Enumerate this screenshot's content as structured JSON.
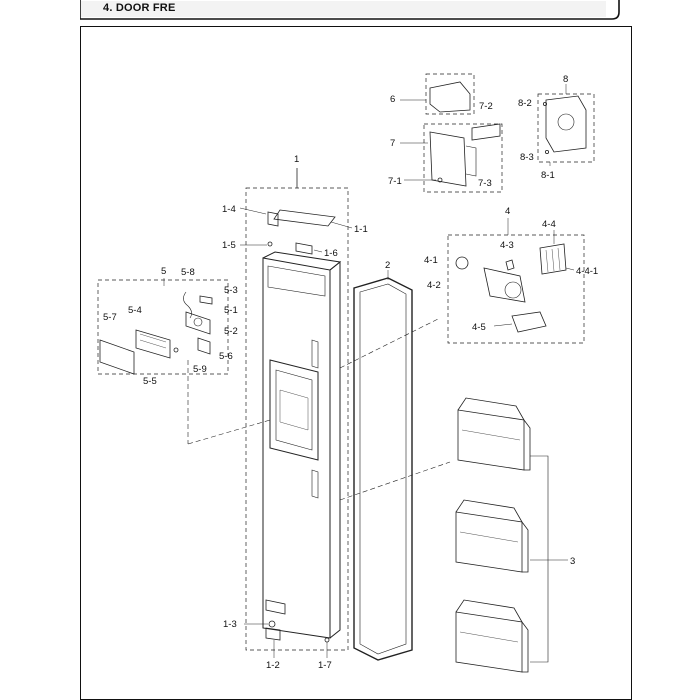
{
  "section_title": "4. DOOR FRE",
  "labels": {
    "l1": "1",
    "l1_1": "1-1",
    "l1_2": "1-2",
    "l1_3": "1-3",
    "l1_4": "1-4",
    "l1_5": "1-5",
    "l1_6": "1-6",
    "l1_7": "1-7",
    "l2": "2",
    "l3": "3",
    "l4": "4",
    "l4_1": "4-1",
    "l4_2": "4-2",
    "l4_3": "4-3",
    "l4_4": "4-4",
    "l4_4_1": "4-4-1",
    "l4_5": "4-5",
    "l5": "5",
    "l5_1": "5-1",
    "l5_2": "5-2",
    "l5_3": "5-3",
    "l5_4": "5-4",
    "l5_5": "5-5",
    "l5_6": "5-6",
    "l5_7": "5-7",
    "l5_8": "5-8",
    "l5_9": "5-9",
    "l6": "6",
    "l7": "7",
    "l7_1": "7-1",
    "l7_2": "7-2",
    "l7_3": "7-3",
    "l8": "8",
    "l8_1": "8-1",
    "l8_2": "8-2",
    "l8_3": "8-3"
  }
}
